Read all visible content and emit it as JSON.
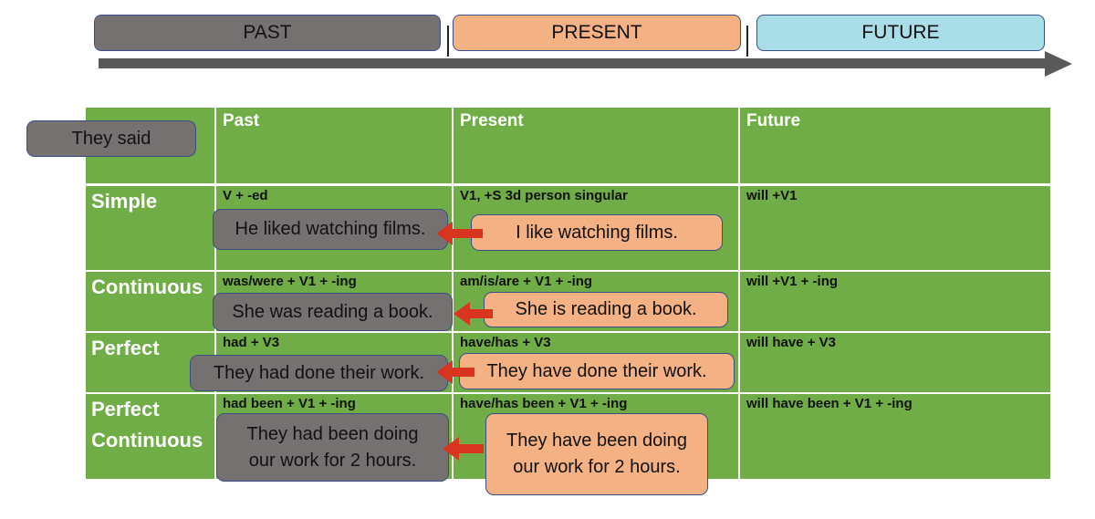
{
  "timeline": {
    "past_label": "PAST",
    "present_label": "PRESENT",
    "future_label": "FUTURE"
  },
  "table": {
    "corner_label": "They said",
    "columns": [
      "Past",
      "Present",
      "Future"
    ],
    "rows": [
      {
        "label": "Simple",
        "formulas": [
          "V + -ed",
          "V1, +S 3d person singular",
          "will +V1"
        ],
        "past_example": "He liked watching films.",
        "present_example": "I like watching films."
      },
      {
        "label": "Continuous",
        "formulas": [
          "was/were + V1 + -ing",
          "am/is/are + V1 + -ing",
          "will +V1 + -ing"
        ],
        "past_example": "She was reading a book.",
        "present_example": "She is reading a book."
      },
      {
        "label": "Perfect",
        "formulas": [
          "had + V3",
          "have/has + V3",
          "will have + V3"
        ],
        "past_example": "They had done their work.",
        "present_example": "They have done their work."
      },
      {
        "label_line1": "Perfect",
        "label_line2": "Continuous",
        "formulas": [
          "had been + V1 + -ing",
          "have/has been + V1 + -ing",
          "will have been + V1 + -ing"
        ],
        "past_example_line1": "They had been doing",
        "past_example_line2": "our work for 2 hours.",
        "present_example_line1": "They have been doing",
        "present_example_line2": "our work for 2 hours."
      }
    ]
  },
  "colors": {
    "table_green": "#70ad47",
    "past_gray": "#767171",
    "present_orange": "#f4b183",
    "future_blue": "#a9dde8",
    "arrow_red": "#d9341f",
    "timeline_arrow": "#595959"
  }
}
